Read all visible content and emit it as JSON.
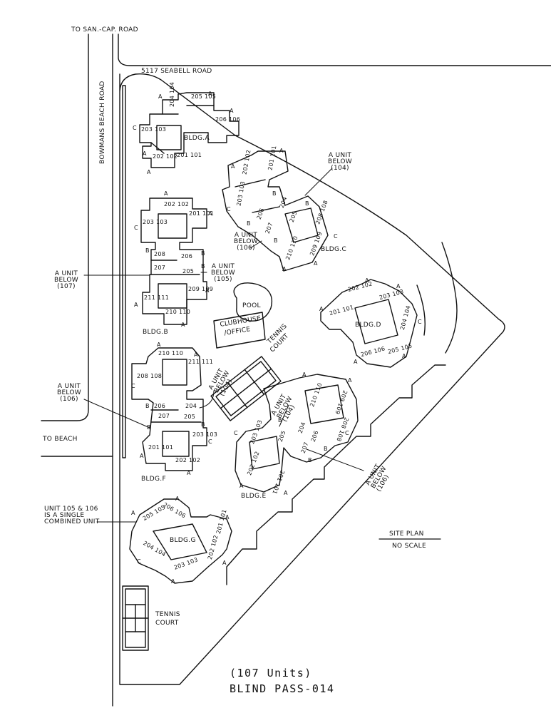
{
  "roads": {
    "north": "TO SAN.-CAP. ROAD",
    "bowmans": "BOWMANS BEACH ROAD",
    "seabell": "5117 SEABELL ROAD",
    "beach": "TO BEACH"
  },
  "facilities": {
    "pool": "POOL",
    "clubhouse_line1": "CLUBHOUSE",
    "clubhouse_line2": "/OFFICE",
    "tennis_upper_line1": "TENNIS",
    "tennis_upper_line2": "COURT",
    "tennis_lower_line1": "TENNIS",
    "tennis_lower_line2": "COURT"
  },
  "buildings": {
    "a": {
      "name": "BLDG.A",
      "units": [
        "204 104",
        "205 105",
        "206 106",
        "203 103",
        "202 102",
        "201 101"
      ]
    },
    "b": {
      "name": "BLDG.B",
      "units": [
        "202 102",
        "203 103",
        "201 101",
        "208",
        "206",
        "207",
        "205",
        "211 111",
        "209 109",
        "210 110"
      ]
    },
    "c": {
      "name": "BLDG.C",
      "units": [
        "202 102",
        "201 101",
        "203 103",
        "206",
        "204",
        "205",
        "207",
        "208 108",
        "210 110",
        "209 109"
      ]
    },
    "d": {
      "name": "BLDG.D",
      "units": [
        "202 102",
        "201 101",
        "203 103",
        "204 104",
        "206 106",
        "205 105"
      ]
    },
    "e": {
      "name": "BLDG.E",
      "units": [
        "210 110",
        "209 109",
        "205",
        "204",
        "208 108",
        "206",
        "207",
        "203 103",
        "202 102",
        "201 101"
      ]
    },
    "f": {
      "name": "BLDG.F",
      "units": [
        "210 110",
        "211 111",
        "208 108",
        "206",
        "204",
        "207",
        "205",
        "201 101",
        "203 103",
        "202 102"
      ]
    },
    "g": {
      "name": "BLDG.G",
      "units": [
        "205 105",
        "206 106",
        "201 101",
        "204 104",
        "202 102",
        "203 103"
      ]
    }
  },
  "callouts": {
    "c104": [
      "A UNIT",
      "BELOW",
      "(104)"
    ],
    "c106c": [
      "A UNIT",
      "BELOW",
      "(106)"
    ],
    "c107": [
      "A UNIT",
      "BELOW",
      "(107)"
    ],
    "c105": [
      "A UNIT",
      "BELOW",
      "(105)"
    ],
    "c104f": [
      "A UNIT",
      "BELOW",
      "(104)"
    ],
    "c106f": [
      "A UNIT",
      "BELOW",
      "(106)"
    ],
    "c104e": [
      "A UNIT",
      "BELOW",
      "(104)"
    ],
    "c106e": [
      "A UNIT",
      "BELOW",
      "(106)"
    ],
    "combined": [
      "UNIT 105 & 106",
      "IS A SINGLE",
      "COMBINED UNIT"
    ]
  },
  "unit_types": [
    "A",
    "B",
    "C"
  ],
  "site_plan": {
    "title": "SITE PLAN",
    "scale": "NO SCALE"
  },
  "footer": {
    "count": "(107 Units)",
    "name": "BLIND PASS-014"
  }
}
